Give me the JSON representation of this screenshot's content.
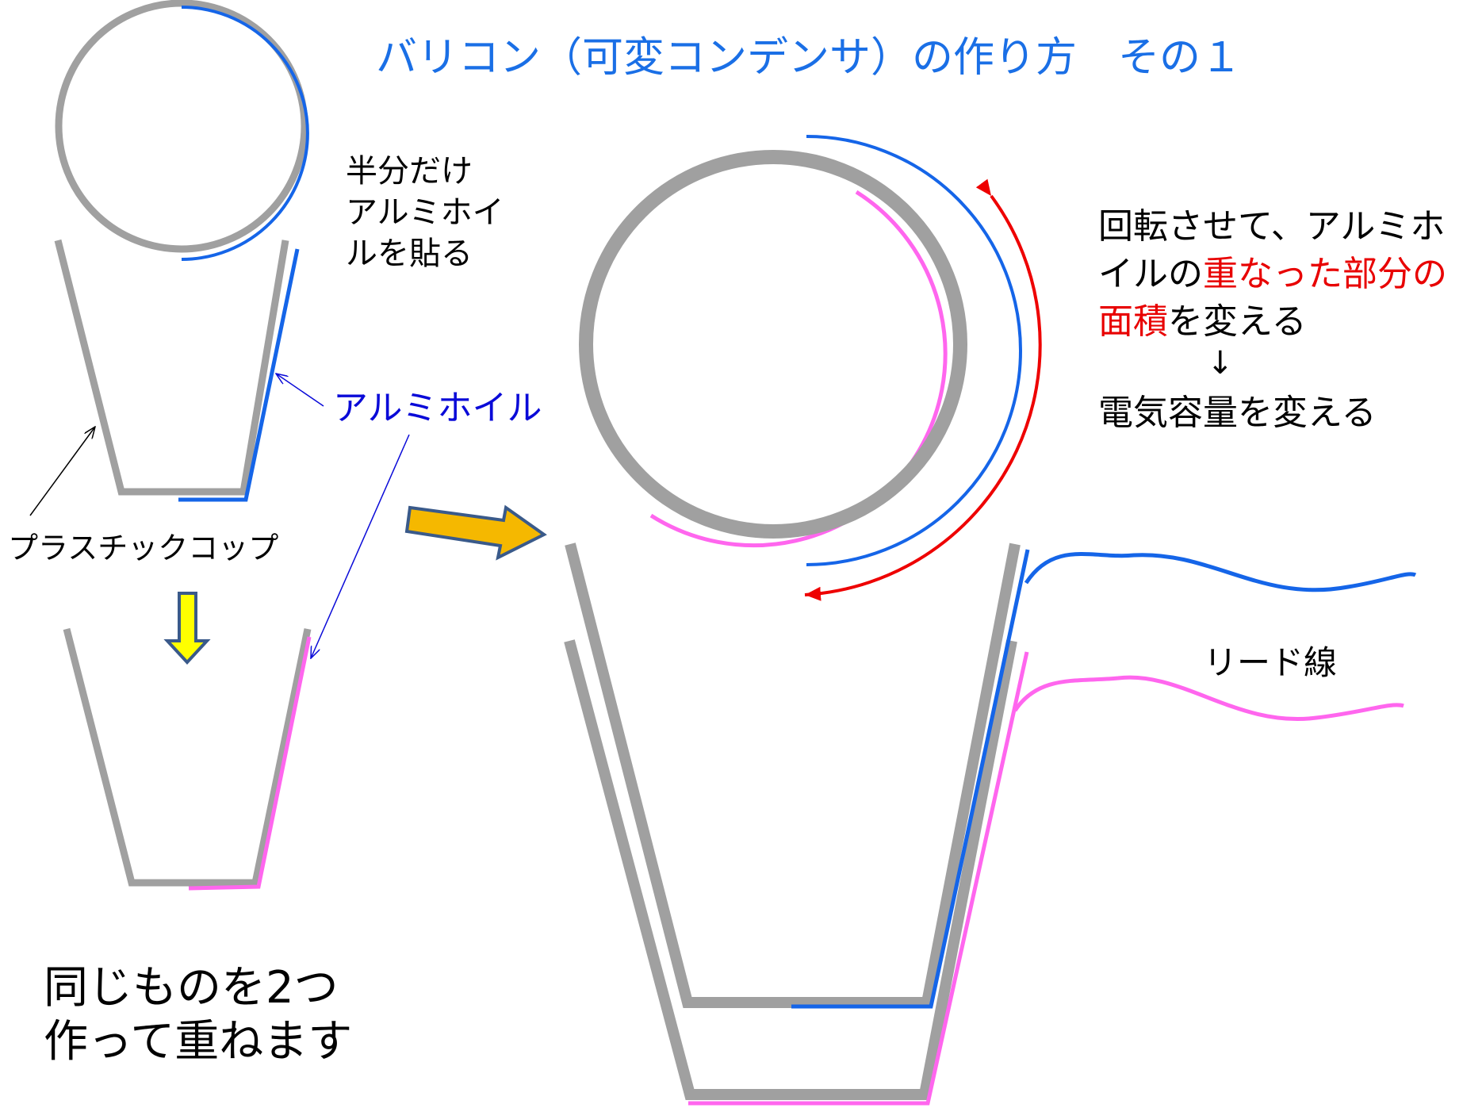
{
  "title": "バリコン（可変コンデンサ）の作り方　その１",
  "half_note": {
    "line1": "半分だけ",
    "line2": "アルミホイ",
    "line3": "ルを貼る"
  },
  "label_foil": "アルミホイル",
  "label_cup": "プラスチックコップ",
  "rotate_note": {
    "l1": "回転させて、アルミホ",
    "l2a": "イルの",
    "l2b": "重なった部分の",
    "l3a": "面積",
    "l3b": "を変える",
    "arrow": "↓",
    "l4": "電気容量を変える"
  },
  "label_lead": "リード線",
  "same_note": {
    "line1": "同じものを2つ",
    "line2": "作って重ねます"
  },
  "colors": {
    "title": "#1a6fe6",
    "cup": "#a0a0a0",
    "foil_blue": "#1565e8",
    "foil_pink": "#ff66ee",
    "rotate_arrow": "#ee0000",
    "label_foil": "#0a0ad8",
    "big_arrow": "#f5b800",
    "small_arrow": "#ffff00",
    "arrow_outline": "#3a5a8a",
    "highlight_text": "#e80000"
  }
}
